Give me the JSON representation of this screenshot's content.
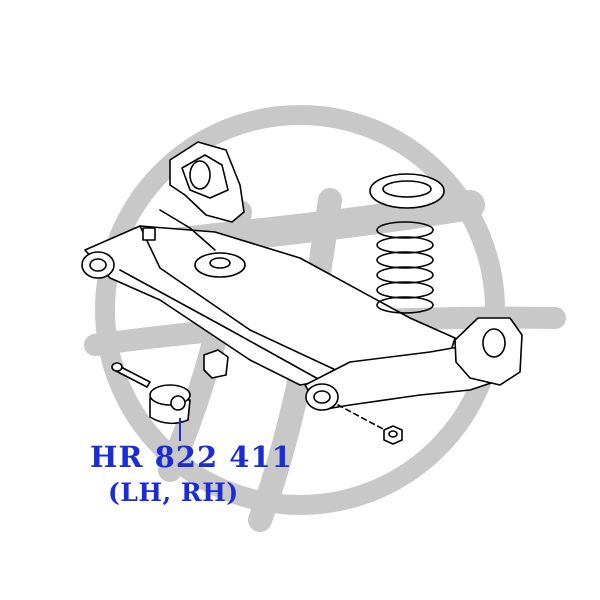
{
  "label": {
    "part_number": "HR 822 411",
    "applicability": "(LH, RH)"
  },
  "colors": {
    "label": "#1b2bd6",
    "leader": "#1b2bd6",
    "watermark": "#c8c8c8",
    "line": "#000000",
    "background": "#ffffff"
  },
  "watermark": {
    "type": "brand-logo"
  }
}
